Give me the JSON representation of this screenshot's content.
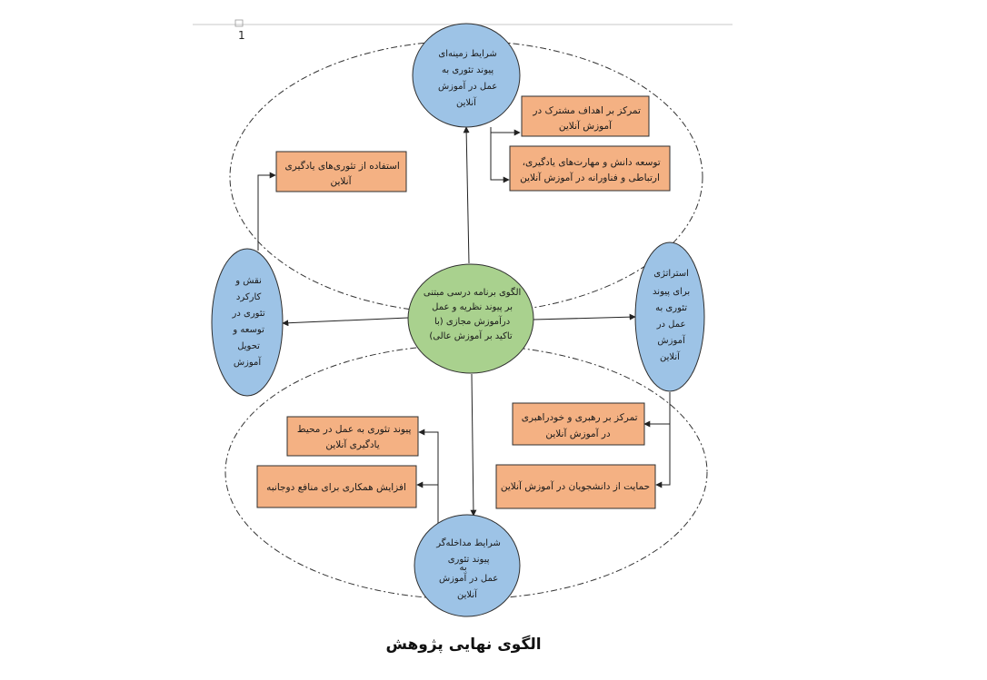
{
  "page_number": "1",
  "center": {
    "lines": [
      "الگوی برنامه درسی مبتنی",
      "بر پیوند نظریه و عمل",
      "درآموزش مجازی (با",
      "تاکید بر آموزش عالی)"
    ]
  },
  "nodes": {
    "top": [
      "شرایط زمینه‌ای",
      "پیوند تئوری به",
      "عمل در آموزش",
      "آنلاین"
    ],
    "right": [
      "استراتژی",
      "برای پیوند",
      "تئوری به",
      "عمل در",
      "آموزش",
      "آنلاین"
    ],
    "bottom": [
      "شرایط مداخله‌گر",
      "پیوند تئوری",
      "به",
      "عمل در آموزش",
      "آنلاین"
    ],
    "left": [
      "نقش و",
      "کارکرد",
      "تئوری در",
      "توسعه و",
      "تحویل",
      "آموزش"
    ]
  },
  "boxes": {
    "shared_goals": [
      "تمرکز بر اهداف مشترک در",
      "آموزش آنلاین"
    ],
    "skills": [
      "توسعه دانش و مهارت‌های یادگیری،",
      "ارتباطی و فناورانه در آموزش آنلاین"
    ],
    "learning_theories": [
      "استفاده از تئوری‌های یادگیری",
      "آنلاین"
    ],
    "leadership": [
      "تمرکز بر رهبری و خودراهبری",
      "در آموزش آنلاین"
    ],
    "student_support": [
      "حمایت از دانشجویان در آموزش آنلاین"
    ],
    "theory_link": [
      "پیوند تئوری به عمل در محیط",
      "یادگیری آنلاین"
    ],
    "cooperation": [
      "افزایش همکاری برای منافع دوجانبه"
    ]
  },
  "caption": "الگوی نهایی پژوهش",
  "colors": {
    "center_fill": "#a9d18e",
    "node_fill": "#9dc3e6",
    "box_fill": "#f4b183",
    "stroke": "#2f2f2f"
  }
}
